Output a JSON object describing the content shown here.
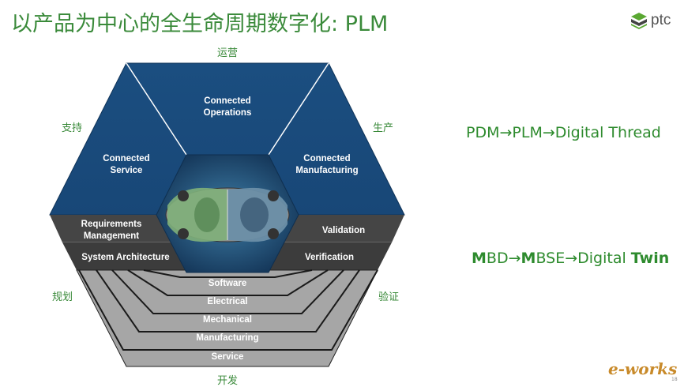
{
  "slide": {
    "title": "以产品为中心的全生命周期数字化: PLM",
    "logo_text": "ptc",
    "page_number": "18",
    "watermark": "e-works"
  },
  "diagram": {
    "stage_labels": {
      "top": "运营",
      "left_upper": "支持",
      "right_upper": "生产",
      "left_lower": "规划",
      "right_lower": "验证",
      "bottom": "开发"
    },
    "blue_segments": {
      "top": [
        "Connected",
        "Operations"
      ],
      "left": [
        "Connected",
        "Service"
      ],
      "right": [
        "Connected",
        "Manufacturing"
      ]
    },
    "bands": {
      "left_upper": [
        "Requirements",
        "Management"
      ],
      "right_upper": "Validation",
      "left_lower": "System Architecture",
      "right_lower": "Verification"
    },
    "v_layers": [
      "Software",
      "Electrical",
      "Mechanical",
      "Manufacturing",
      "Service"
    ]
  },
  "right_text": {
    "line1": "PDM→PLM→Digital Thread",
    "line2": {
      "p1": "M",
      "p2": "BD→",
      "p3": "M",
      "p4": "BSE→Digital ",
      "p5": "Twin"
    }
  },
  "colors": {
    "accent_green": "#3a8a3a",
    "hex_blue": "#1e4f80",
    "band_dark": "#454545",
    "layer_gray": "#a6a6a6"
  }
}
